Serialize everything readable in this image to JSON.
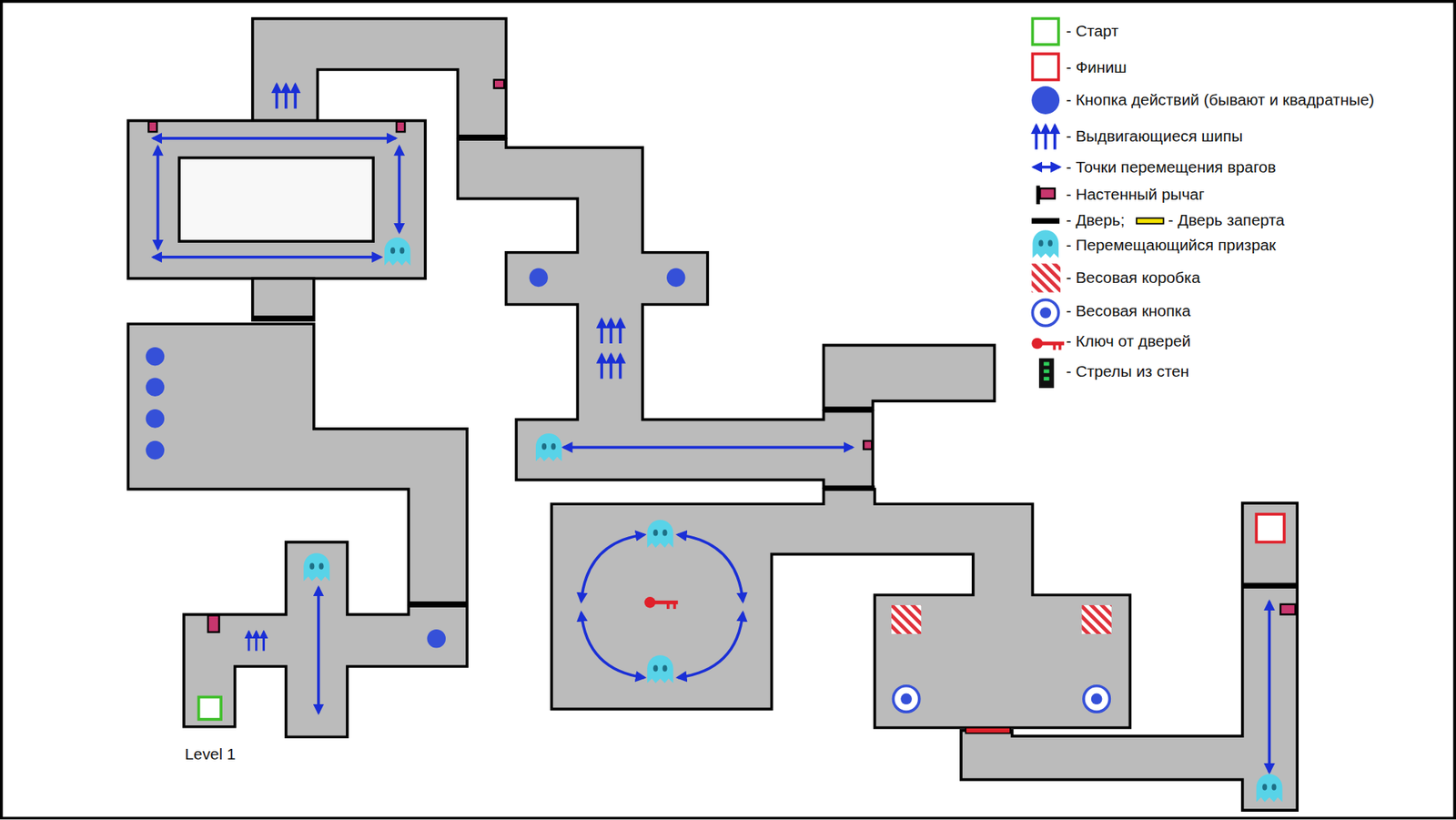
{
  "diagram": {
    "labels": [
      "Level 1"
    ],
    "legend": [
      {
        "text": "- Старт"
      },
      {
        "text": "- Финиш"
      },
      {
        "text": "- Кнопка действий (бывают и квадратные)"
      },
      {
        "text": "- Выдвигающиеся шипы"
      },
      {
        "text": "- Точки перемещения врагов"
      },
      {
        "text": "- Настенный рычаг"
      },
      {
        "text": "- Дверь;"
      },
      {
        "text": "- Дверь заперта"
      },
      {
        "text": "- Перемещающийся призрак"
      },
      {
        "text": "- Весовая коробка"
      },
      {
        "text": "- Весовая кнопка"
      },
      {
        "text": "- Ключ от дверей"
      },
      {
        "text": "- Стрелы из стен"
      }
    ]
  }
}
